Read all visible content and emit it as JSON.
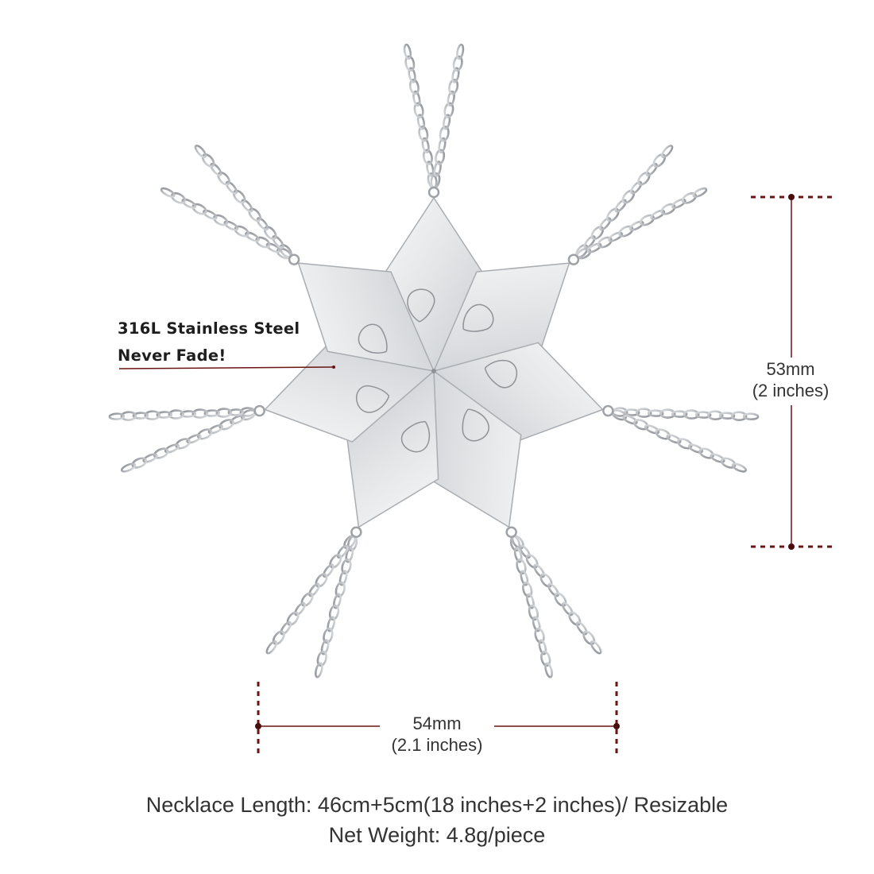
{
  "callout": {
    "line1": "316L Stainless Steel",
    "line2": "Never Fade!"
  },
  "dimensions": {
    "height_value": "53mm",
    "height_alt": "(2 inches)",
    "width_value": "54mm",
    "width_alt": "(2.1 inches)"
  },
  "specs": {
    "length": "Necklace Length: 46cm+5cm(18 inches+2 inches)/ Resizable",
    "weight": "Net Weight: 4.8g/piece"
  },
  "product": {
    "piece_count": 7
  },
  "colors": {
    "dimension_line": "#6b1414",
    "metal": "#e4e6e8",
    "text": "#333333"
  }
}
